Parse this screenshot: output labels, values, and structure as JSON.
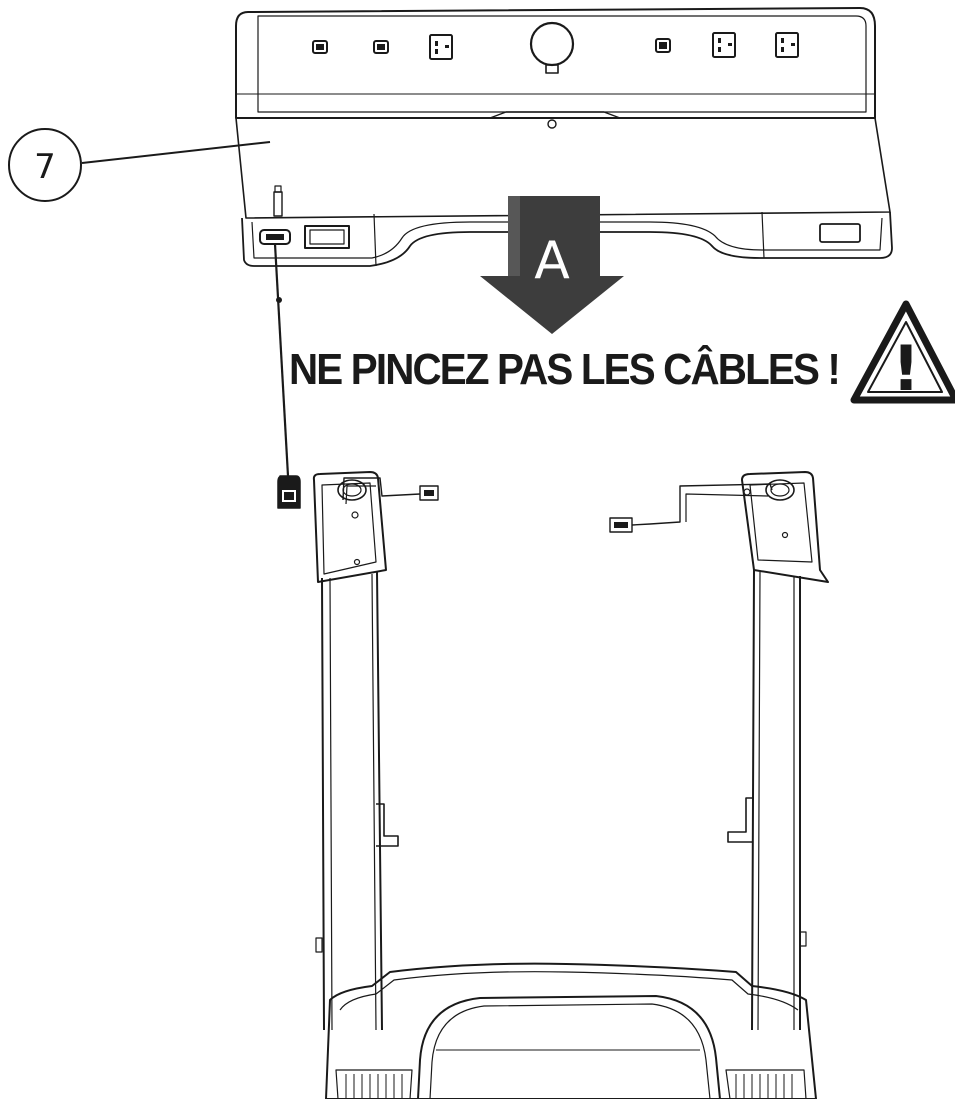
{
  "callout": {
    "number": "7"
  },
  "arrow": {
    "letter": "A"
  },
  "warning": {
    "text": "NE PINCEZ PAS LES CÂBLES !",
    "glyph": "!"
  }
}
